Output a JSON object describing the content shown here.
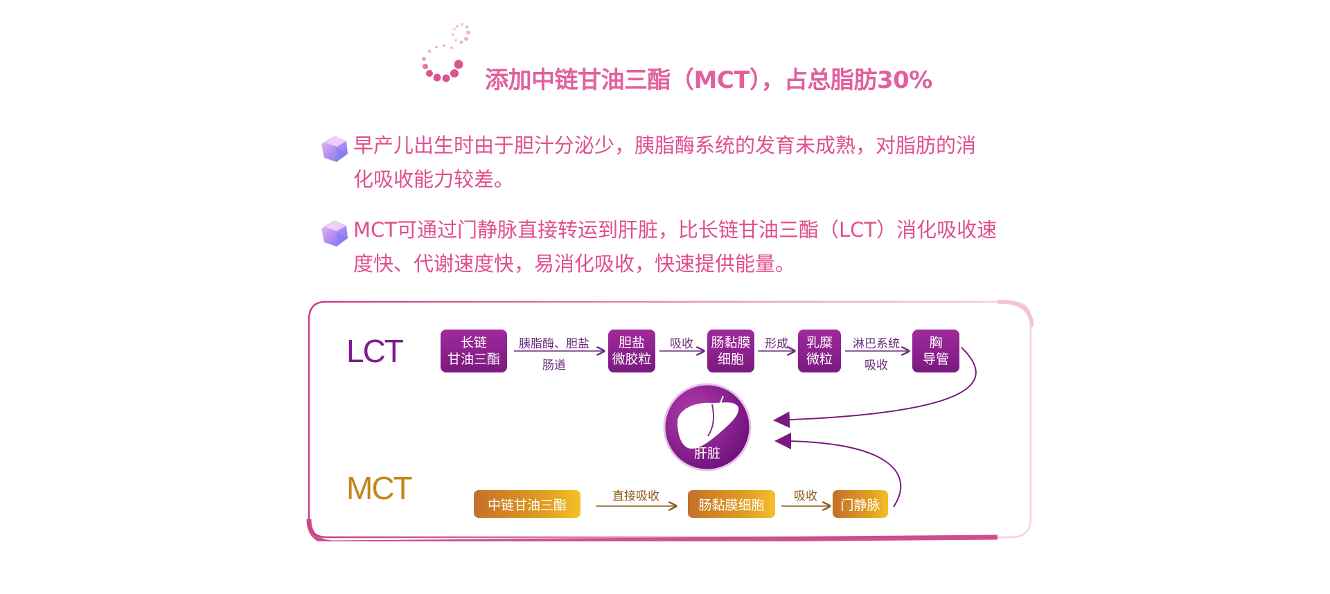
{
  "title": "添加中链甘油三酯（MCT），占总脂肪30%",
  "bullets": [
    {
      "line1": "早产儿出生时由于胆汁分泌少，胰脂酶系统的发育未成熟，对脂肪的消",
      "line2": "化吸收能力较差。"
    },
    {
      "line1": "MCT可通过门静脉直接转运到肝脏，比长链甘油三酯（LCT）消化吸收速",
      "line2": "度快、代谢速度快，易消化吸收，快速提供能量。"
    }
  ],
  "diagram": {
    "lct_label": "LCT",
    "mct_label": "MCT",
    "lct_nodes": [
      {
        "line1": "长链",
        "line2": "甘油三酯"
      },
      {
        "line1": "胆盐",
        "line2": "微胶粒"
      },
      {
        "line1": "肠黏膜",
        "line2": "细胞"
      },
      {
        "line1": "乳糜",
        "line2": "微粒"
      },
      {
        "line1": "胸",
        "line2": "导管"
      }
    ],
    "lct_arrows": [
      {
        "above": "胰脂酶、胆盐",
        "below": "肠道"
      },
      {
        "above": "吸收",
        "below": ""
      },
      {
        "above": "形成",
        "below": ""
      },
      {
        "above": "淋巴系统",
        "below": "吸收"
      }
    ],
    "liver_label": "肝脏",
    "mct_nodes": [
      "中链甘油三酯",
      "肠黏膜细胞",
      "门静脉"
    ],
    "mct_arrows": [
      "直接吸收",
      "吸收"
    ]
  },
  "colors": {
    "pink": "#df4f8f",
    "purple": "#7a1a80",
    "gold": "#e3a020"
  },
  "icons": [
    "dots-swirl-icon",
    "gem-bullet-icon",
    "liver-icon"
  ]
}
